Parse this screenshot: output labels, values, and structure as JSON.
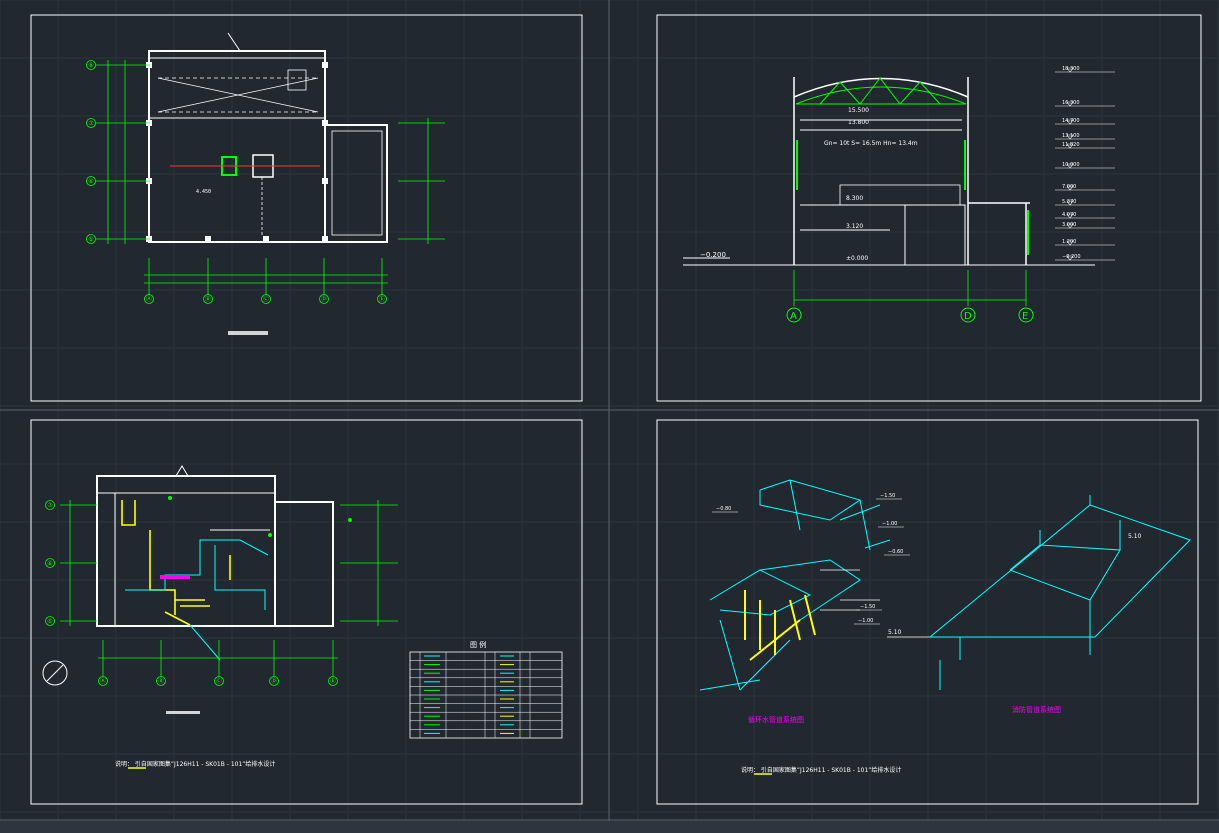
{
  "colors": {
    "background": "#212830",
    "grid": "#2b333c",
    "frame": "#ffffff",
    "wall": "#ffffff",
    "axis": "#00ff00",
    "pipe": "#00ffff",
    "hot": "#ffff00",
    "dim": "#00ff00",
    "magenta": "#ff00ff",
    "red": "#ff3333"
  },
  "sheet1": {
    "axes_left": [
      "⑧",
      "⑦",
      "⑥",
      "⑤"
    ],
    "axes_bottom": [
      "Ⓐ",
      "Ⓑ",
      "Ⓒ",
      "Ⓓ",
      "Ⓔ"
    ],
    "level": "4.450"
  },
  "sheet2": {
    "ground_level": "−0.200",
    "levels_right": [
      "18.300",
      "16.300",
      "14.700",
      "13.100",
      "11.820",
      "10.000",
      "7.000",
      "5.370",
      "4.070",
      "3.000",
      "1.200",
      "−0.200"
    ],
    "roof_levels": [
      "15.500",
      "13.800"
    ],
    "crane_note": "Gn= 10t  S= 16.5m  Hn= 13.4m",
    "mid_level": "8.300",
    "low_level": "3.120",
    "floor_level": "±0.000",
    "axes": [
      "A",
      "D",
      "E"
    ]
  },
  "sheet3": {
    "axes_bottom": [
      "Ⓐ",
      "Ⓑ",
      "Ⓒ",
      "Ⓓ",
      "Ⓔ"
    ],
    "axes_left": [
      "⑦",
      "⑥",
      "⑤"
    ],
    "footer_note": "说明： 引自国家图集”J126H11 - SK01B - 101”给排水设计",
    "legend_title": "图 例"
  },
  "sheet4": {
    "left_label": "循环水管道系统图",
    "right_label": "消防管道系统图",
    "footer_note": "说明： 引自国家图集”J126H11 - SK01B - 101”给排水设计",
    "levels": [
      "−1.50",
      "−0.80",
      "−1.00",
      "−0.60",
      "−1.50",
      "−1.00"
    ],
    "right_levels": [
      "5.10",
      "5.10"
    ]
  }
}
